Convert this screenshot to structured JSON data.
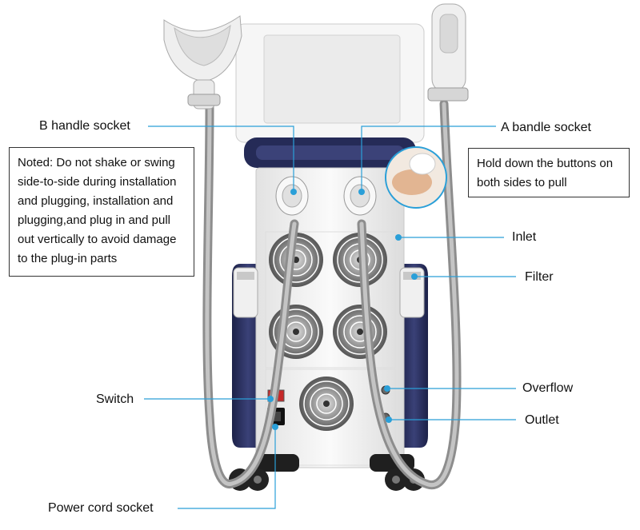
{
  "labels": {
    "b_handle_socket": "B handle socket",
    "a_bandle_socket": "A bandle socket",
    "inlet": "Inlet",
    "filter": "Filter",
    "overflow": "Overflow",
    "outlet": "Outlet",
    "switch": "Switch",
    "power_cord_socket": "Power cord socket"
  },
  "notes": {
    "left_lines": [
      "Noted: Do not shake or swing",
      "side-to-side during installation",
      "and plugging, installation and",
      "plugging,and plug in and pull",
      "out vertically to avoid damage",
      "to the plug-in parts"
    ],
    "right_lines": [
      "Hold down the buttons on",
      "both sides to pull"
    ]
  },
  "colors": {
    "leader_line": "#2a9fd8",
    "marker_dot": "#2a9fd8",
    "machine_navy": "#252b57",
    "machine_white": "#f2f2f2",
    "hose_gray": "#a9a9a9"
  }
}
